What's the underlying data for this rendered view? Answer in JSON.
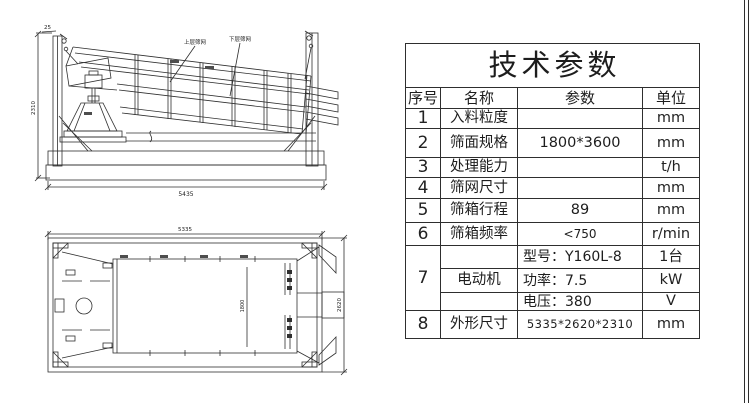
{
  "table": {
    "title": "技术参数",
    "columns": [
      "序号",
      "名称",
      "参数",
      "单位"
    ],
    "rows": [
      {
        "no": "1",
        "name": "入料粒度",
        "param": "",
        "unit": "mm"
      },
      {
        "no": "2",
        "name": "筛面规格",
        "param": "1800*3600",
        "unit": "mm"
      },
      {
        "no": "3",
        "name": "处理能力",
        "param": "",
        "unit": "t/h"
      },
      {
        "no": "4",
        "name": "筛网尺寸",
        "param": "",
        "unit": "mm"
      },
      {
        "no": "5",
        "name": "筛箱行程",
        "param": "89",
        "unit": "mm"
      },
      {
        "no": "6",
        "name": "筛箱频率",
        "param": "<750",
        "unit": "r/min"
      },
      {
        "no": "7",
        "name": "电动机",
        "sub": [
          {
            "param": "型号：Y160L-8",
            "unit": "1台"
          },
          {
            "param": "功率：7.5",
            "unit": "kW"
          },
          {
            "param": "电压：380",
            "unit": "V"
          }
        ]
      },
      {
        "no": "8",
        "name": "外形尺寸",
        "param": "5335*2620*2310",
        "unit": "mm"
      }
    ]
  },
  "drawing": {
    "side_view": {
      "upper_screen_label": "上层筛网",
      "lower_screen_label": "下层筛网",
      "dim_height": "2310",
      "dim_top": "25",
      "dim_length": "5435"
    },
    "plan_view": {
      "dim_length": "5335",
      "dim_width": "2620",
      "dim_screen_width": "1800"
    }
  }
}
